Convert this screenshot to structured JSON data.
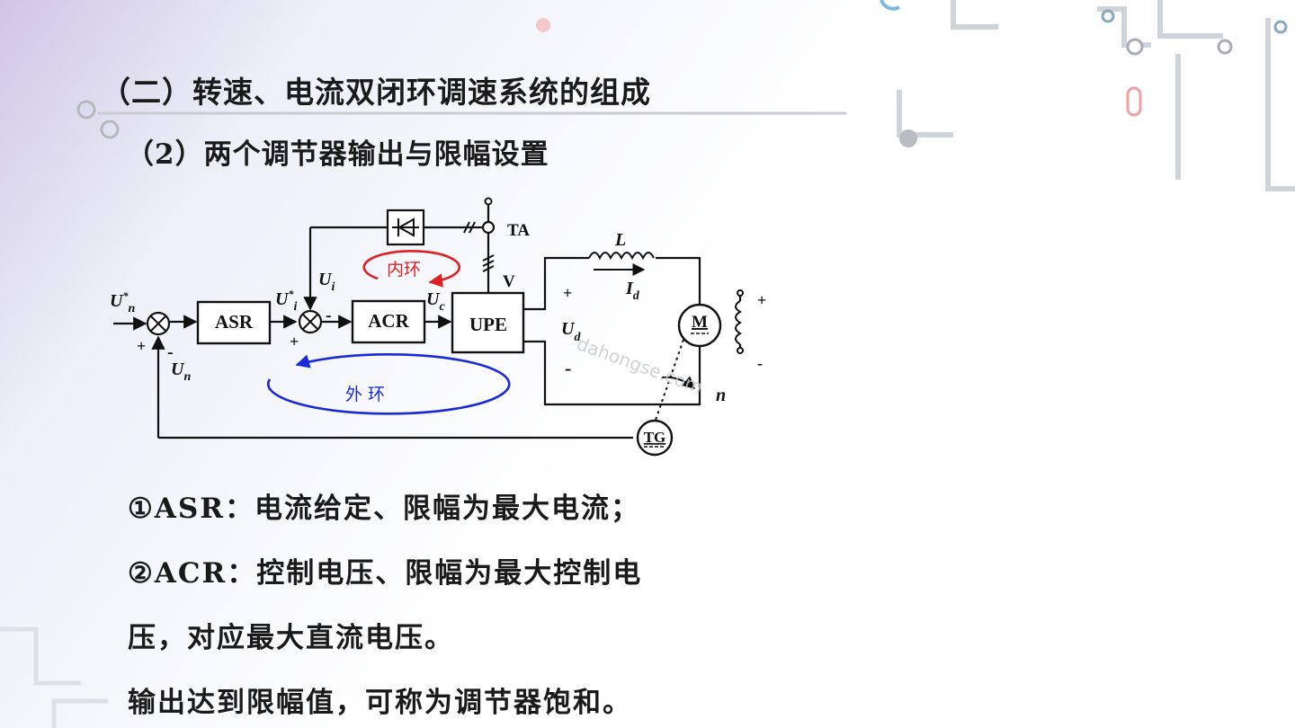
{
  "slide": {
    "heading": "（二）转速、电流双闭环调速系统的组成",
    "subheading": "（2）两个调节器输出与限幅设置",
    "lines": [
      "①ASR：电流给定、限幅为最大电流；",
      "②ACR：控制电压、限幅为最大控制电",
      "压，对应最大直流电压。",
      "输出达到限幅值，可称为调节器饱和。"
    ]
  },
  "diagram": {
    "blocks": {
      "asr": "ASR",
      "acr": "ACR",
      "upe": "UPE",
      "motor": "M",
      "tacho": "TG"
    },
    "labels": {
      "un_star": "U",
      "un_star_sup": "*",
      "un_star_sub": "n",
      "ui_star": "U",
      "ui_star_sup": "*",
      "ui_star_sub": "i",
      "ui": "U",
      "ui_sub": "i",
      "uc": "U",
      "uc_sub": "c",
      "un": "U",
      "un_sub": "n",
      "ud": "U",
      "ud_sub": "d",
      "id": "I",
      "id_sub": "d",
      "ta": "TA",
      "v": "V",
      "l": "L",
      "n": "n",
      "plus": "+",
      "minus": "-"
    },
    "loops": {
      "inner": "内环",
      "outer": "外 环"
    },
    "watermark": "dahongse.com",
    "colors": {
      "inner_loop": "#e02020",
      "outer_loop": "#1a2ad8",
      "line": "#111111"
    }
  }
}
